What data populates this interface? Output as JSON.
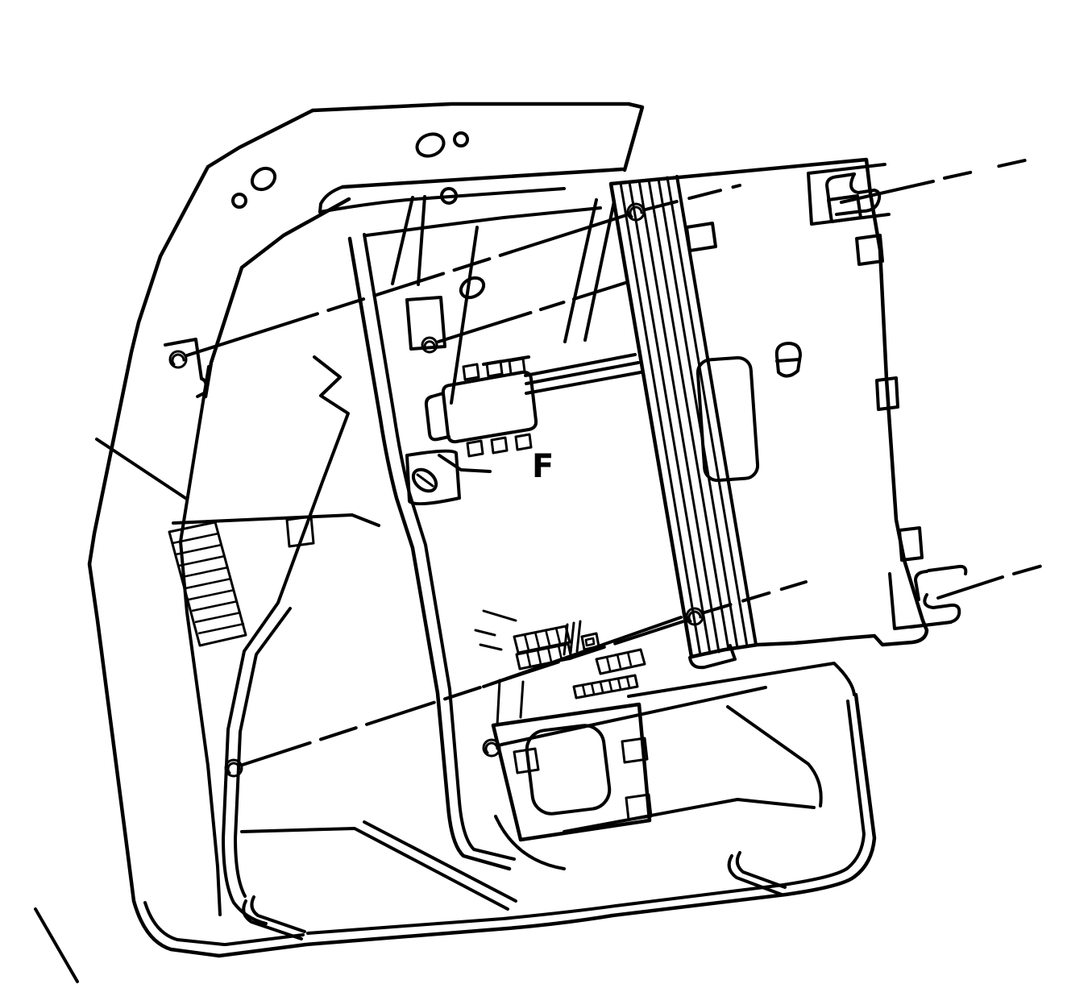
{
  "figure": {
    "type": "technical-line-illustration",
    "subject": "module-to-instrument-panel-alignment",
    "callout_label": "F"
  },
  "style": {
    "line_color": "#000000",
    "background_color": "#ffffff"
  }
}
